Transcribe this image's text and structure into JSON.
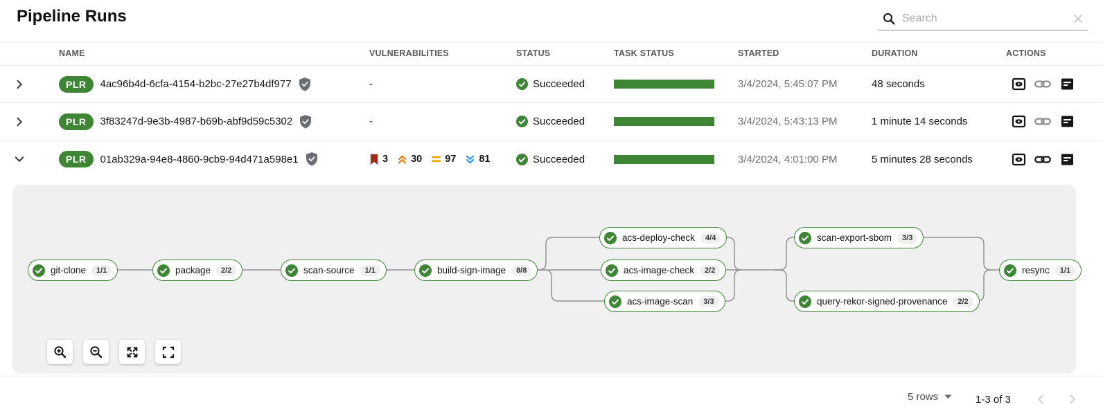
{
  "page": {
    "title": "Pipeline Runs"
  },
  "search": {
    "placeholder": "Search"
  },
  "table": {
    "headers": [
      "NAME",
      "VULNERABILITIES",
      "STATUS",
      "TASK STATUS",
      "STARTED",
      "DURATION",
      "ACTIONS"
    ],
    "rows": [
      {
        "badge": "PLR",
        "name": "4ac96b4d-6cfa-4154-b2bc-27e27b4df977",
        "signed": true,
        "vulnerabilities_text": "-",
        "status": "Succeeded",
        "task_progress_percent": 100,
        "started": "3/4/2024, 5:45:07 PM",
        "duration": "48 seconds",
        "expanded": false
      },
      {
        "badge": "PLR",
        "name": "3f83247d-9e3b-4987-b69b-abf9d59c5302",
        "signed": true,
        "vulnerabilities_text": "-",
        "status": "Succeeded",
        "task_progress_percent": 100,
        "started": "3/4/2024, 5:43:13 PM",
        "duration": "1 minute 14 seconds",
        "expanded": false
      },
      {
        "badge": "PLR",
        "name": "01ab329a-94e8-4860-9cb9-94d471a598e1",
        "signed": true,
        "vulnerabilities": {
          "critical": "3",
          "high": "30",
          "medium": "97",
          "low": "81"
        },
        "status": "Succeeded",
        "task_progress_percent": 100,
        "started": "3/4/2024, 4:01:00 PM",
        "duration": "5 minutes 28 seconds",
        "expanded": true
      }
    ]
  },
  "pipeline_graph": {
    "nodes": [
      {
        "label": "git-clone",
        "badge": "1/1",
        "status": "Succeeded"
      },
      {
        "label": "package",
        "badge": "2/2",
        "status": "Succeeded"
      },
      {
        "label": "scan-source",
        "badge": "1/1",
        "status": "Succeeded"
      },
      {
        "label": "build-sign-image",
        "badge": "8/8",
        "status": "Succeeded"
      },
      {
        "label": "acs-deploy-check",
        "badge": "4/4",
        "status": "Succeeded"
      },
      {
        "label": "acs-image-check",
        "badge": "2/2",
        "status": "Succeeded"
      },
      {
        "label": "acs-image-scan",
        "badge": "3/3",
        "status": "Succeeded"
      },
      {
        "label": "scan-export-sbom",
        "badge": "3/3",
        "status": "Succeeded"
      },
      {
        "label": "query-rekor-signed-provenance",
        "badge": "2/2",
        "status": "Succeeded"
      },
      {
        "label": "resync",
        "badge": "1/1",
        "status": "Succeeded"
      }
    ]
  },
  "footer": {
    "rows_per_page": "5 rows",
    "range": "1-3 of 3"
  },
  "colors": {
    "success_green": "#3e8635",
    "critical": "#9e2b18",
    "high": "#ec7a08",
    "medium": "#f0ab00",
    "low": "#2b9af3",
    "panel_bg": "#f0f0f0",
    "edge_gray": "#8f9194"
  }
}
